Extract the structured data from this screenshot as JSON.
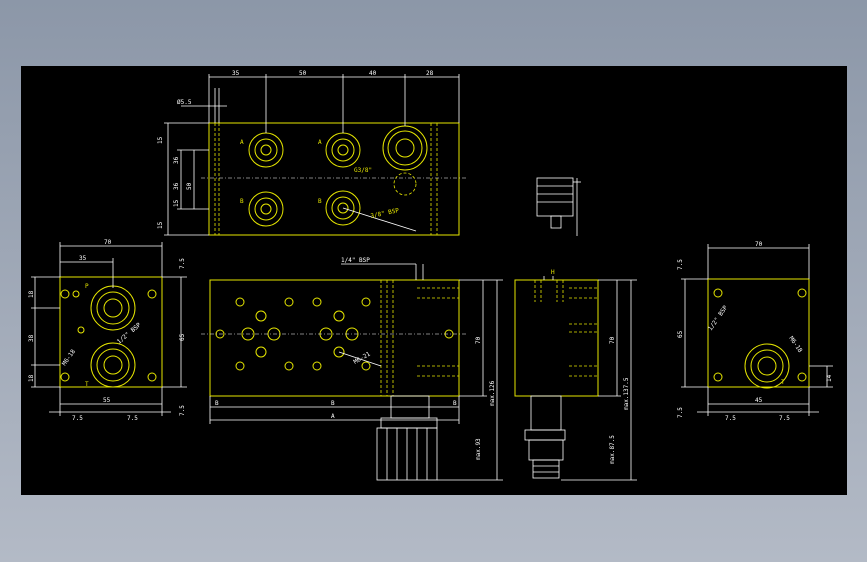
{
  "colors": {
    "background_frame": "#8c97a8",
    "drawing_background": "#000000",
    "outline": "#e6e600",
    "dimension": "#ffffff"
  },
  "labels": {
    "top_dims": [
      "35",
      "50",
      "40",
      "28"
    ],
    "top_left_dims": [
      "15",
      "36",
      "36",
      "50",
      "15",
      "15"
    ],
    "top_dia": "Ø5.5",
    "top_port_A1": "A",
    "top_port_A2": "A",
    "top_port_B1": "B",
    "top_port_B2": "B",
    "top_thread1": "G3/8\"",
    "top_thread2": "3/8\" BSP",
    "front_thread": "1/4\" BSP",
    "front_70": "70",
    "front_maxA": "max.126",
    "front_max2": "max.93",
    "front_B": "B",
    "front_A": "A",
    "front_b_small": "B",
    "front_angle": "M6-21",
    "left_70": "70",
    "left_35": "35",
    "left_65": "65",
    "left_76": "7.5",
    "left_55": "55",
    "left_thread": "1/2\" BSP",
    "left_p": "P",
    "left_t": "T",
    "left_m": "M6-18",
    "left_dims_bottom": [
      "7.5",
      "7.5"
    ],
    "left_side": [
      "18",
      "38",
      "18"
    ],
    "side_h": "H",
    "side_max1": "max.137.5",
    "side_max2": "max.87.5",
    "side_70": "70",
    "right_70": "70",
    "right_65": "65",
    "right_45": "45",
    "right_thread": "1/2\" BSP",
    "right_m": "M6-18",
    "right_dims_bottom": [
      "7.5",
      "7.5"
    ],
    "right_side": [
      "7.5",
      "14",
      "7.5"
    ]
  }
}
